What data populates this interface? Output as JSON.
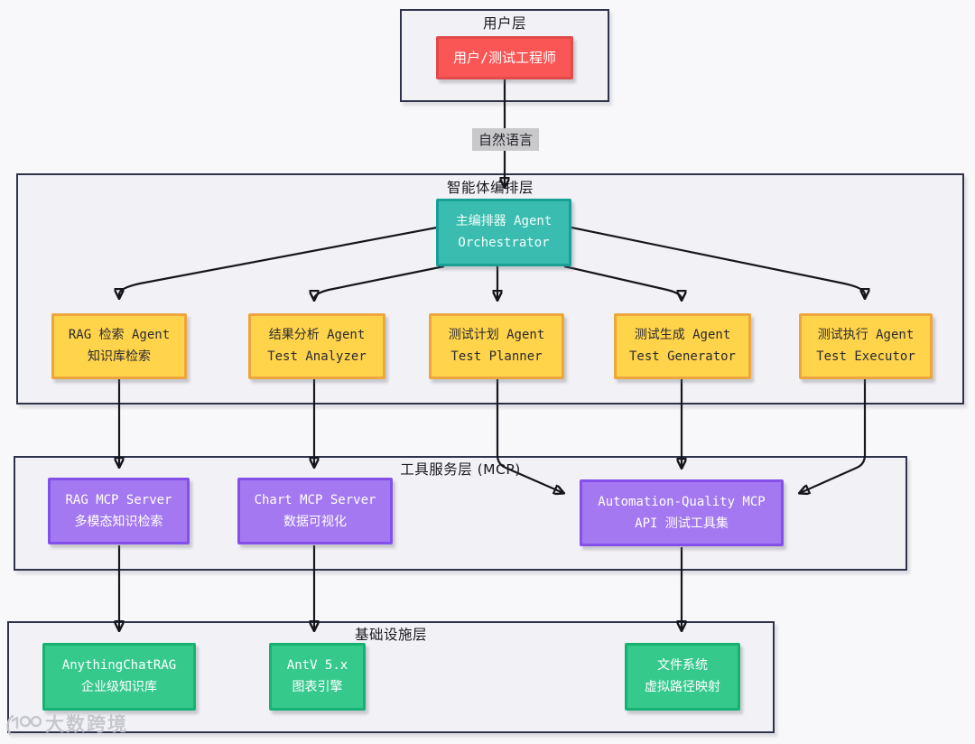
{
  "user_layer": {
    "title": "用户层",
    "node": {
      "label": "用户/测试工程师"
    }
  },
  "flow_label": "自然语言",
  "agent_layer": {
    "title": "智能体编排层",
    "orchestrator": {
      "line1": "主编排器 Agent",
      "line2": "Orchestrator"
    },
    "agents": [
      {
        "line1": "RAG 检索 Agent",
        "line2": "知识库检索"
      },
      {
        "line1": "结果分析 Agent",
        "line2": "Test Analyzer"
      },
      {
        "line1": "测试计划 Agent",
        "line2": "Test Planner"
      },
      {
        "line1": "测试生成 Agent",
        "line2": "Test Generator"
      },
      {
        "line1": "测试执行 Agent",
        "line2": "Test Executor"
      }
    ]
  },
  "tool_layer": {
    "title": "工具服务层 (MCP)",
    "servers": [
      {
        "line1": "RAG MCP Server",
        "line2": "多模态知识检索"
      },
      {
        "line1": "Chart MCP Server",
        "line2": "数据可视化"
      },
      {
        "line1": "Automation-Quality MCP",
        "line2": "API 测试工具集"
      }
    ]
  },
  "infra_layer": {
    "title": "基础设施层",
    "systems": [
      {
        "line1": "AnythingChatRAG",
        "line2": "企业级知识库"
      },
      {
        "line1": "AntV 5.x",
        "line2": "图表引擎"
      },
      {
        "line1": "文件系统",
        "line2": "虚拟路径映射"
      }
    ]
  },
  "edges": [
    {
      "from": "user",
      "to": "orchestrator",
      "label": "自然语言"
    },
    {
      "from": "orchestrator",
      "to": "rag-agent"
    },
    {
      "from": "orchestrator",
      "to": "analyzer-agent"
    },
    {
      "from": "orchestrator",
      "to": "planner-agent"
    },
    {
      "from": "orchestrator",
      "to": "generator-agent"
    },
    {
      "from": "orchestrator",
      "to": "executor-agent"
    },
    {
      "from": "rag-agent",
      "to": "rag-mcp-server"
    },
    {
      "from": "analyzer-agent",
      "to": "chart-mcp-server"
    },
    {
      "from": "planner-agent",
      "to": "automation-quality-mcp"
    },
    {
      "from": "generator-agent",
      "to": "automation-quality-mcp"
    },
    {
      "from": "executor-agent",
      "to": "automation-quality-mcp"
    },
    {
      "from": "rag-mcp-server",
      "to": "anythingchatrag"
    },
    {
      "from": "chart-mcp-server",
      "to": "antv"
    },
    {
      "from": "automation-quality-mcp",
      "to": "file-system"
    }
  ],
  "watermark": {
    "logo_text": "100",
    "brand": "大数跨境"
  },
  "colors": {
    "background": "#f8f8fa",
    "container_fill": "#f2f2f6",
    "container_border": "#2e3349",
    "user_node": "#fa5656",
    "user_node_border": "#e14b4b",
    "orchestrator": "#3abdb0",
    "orchestrator_border": "#17a094",
    "agent": "#ffd44a",
    "agent_border": "#eda63d",
    "mcp_server": "#a478f0",
    "mcp_server_border": "#8450e9",
    "infra": "#36c98c",
    "infra_border": "#17b271",
    "arrow": "#16161d",
    "edge_label_bg": "#c9c9cc"
  }
}
